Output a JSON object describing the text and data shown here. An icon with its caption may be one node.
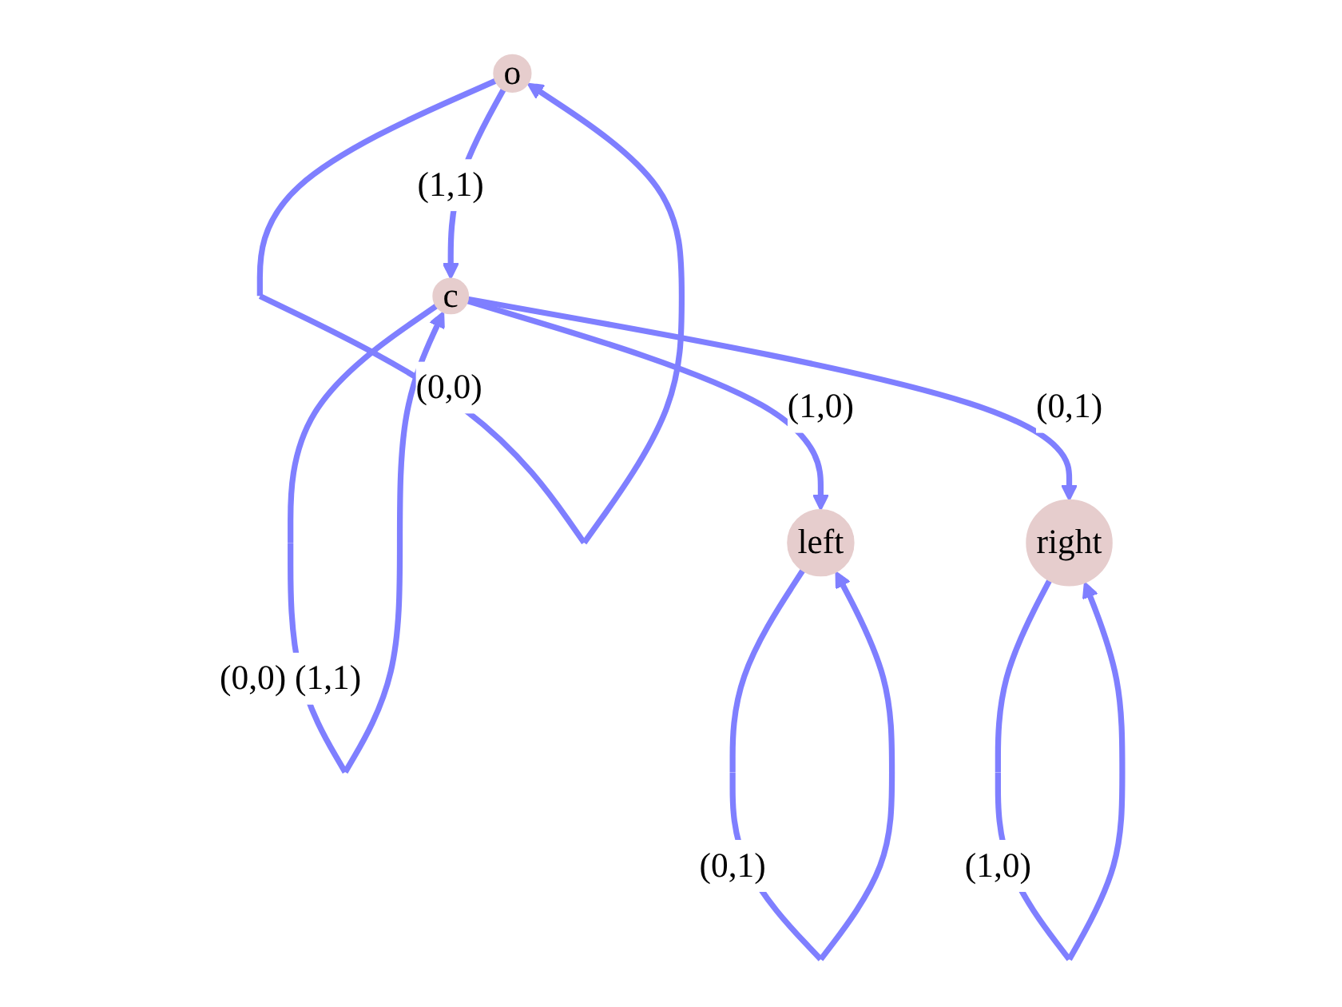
{
  "diagram": {
    "nodes": [
      {
        "text": [
          "o"
        ]
      },
      {
        "text": [
          "c"
        ]
      },
      {
        "text": [
          "left"
        ]
      },
      {
        "text": [
          "right"
        ]
      }
    ],
    "edges": [
      {
        "from": 0,
        "to": 0,
        "arrow": "to",
        "label": "(0,0)"
      },
      {
        "from": 0,
        "to": 1,
        "arrow": "to",
        "label": "(1,1)"
      },
      {
        "from": 1,
        "to": 1,
        "arrow": "to",
        "label": "(0,0) (1,1)"
      },
      {
        "from": 1,
        "to": 2,
        "arrow": "to",
        "label": "(1,0)"
      },
      {
        "from": 1,
        "to": 3,
        "arrow": "to",
        "label": "(0,1)"
      },
      {
        "from": 2,
        "to": 2,
        "arrow": "to",
        "label": "(0,1)"
      },
      {
        "from": 3,
        "to": 3,
        "arrow": "to",
        "label": "(1,0)"
      }
    ]
  }
}
